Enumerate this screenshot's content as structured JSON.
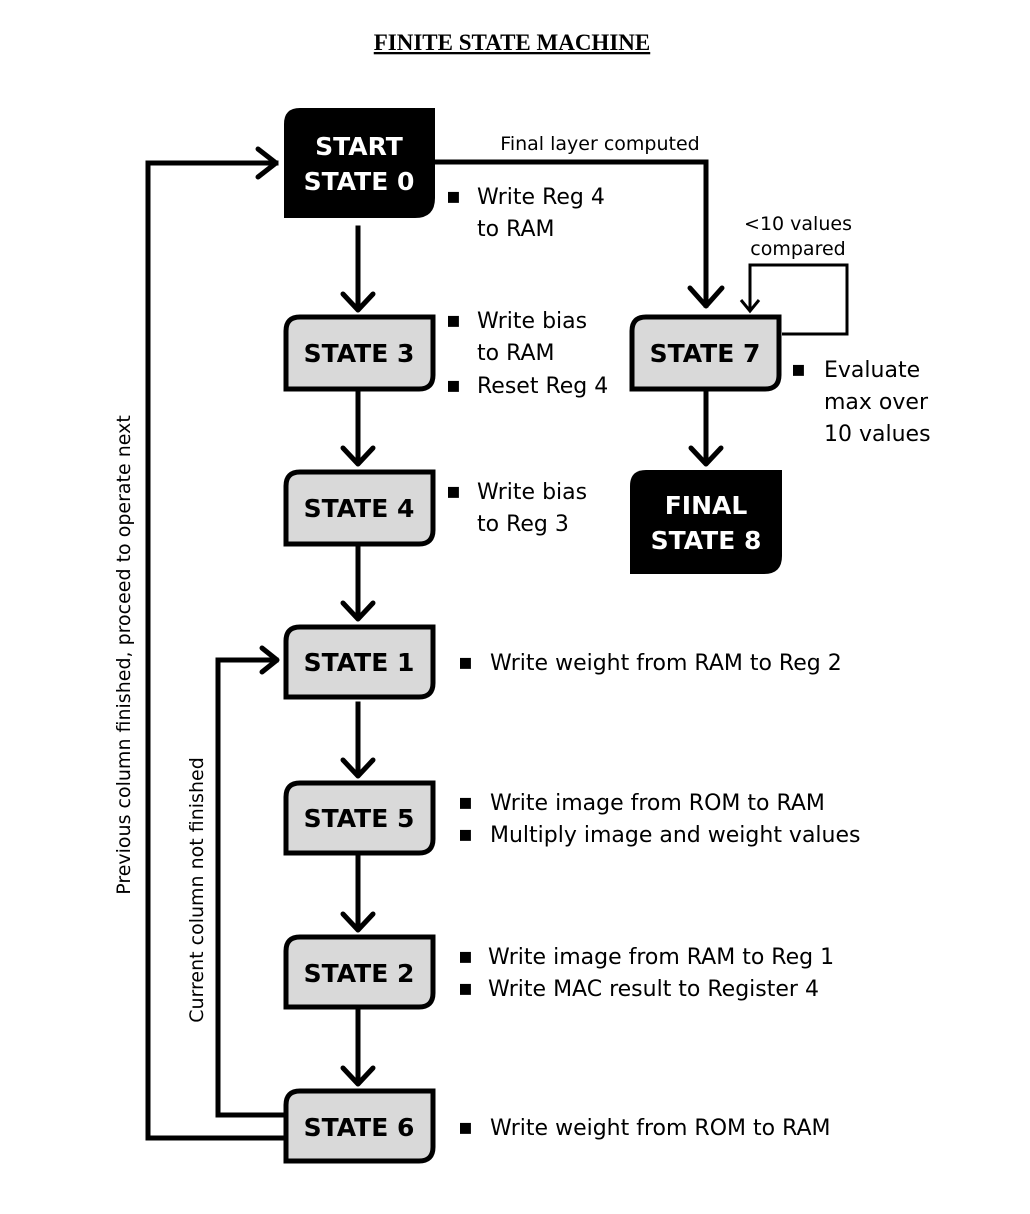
{
  "title": "FINITE STATE MACHINE",
  "colors": {
    "box_fill": "#d9d9d9",
    "dark_box": "#000000",
    "line": "#000000"
  },
  "states": {
    "s0": {
      "line1": "START",
      "line2": "STATE 0",
      "notes": [
        "Write Reg 4",
        "to RAM"
      ]
    },
    "s3": {
      "label": "STATE 3",
      "notes": [
        "Write bias",
        "to RAM",
        "Reset Reg 4"
      ]
    },
    "s4": {
      "label": "STATE 4",
      "notes": [
        "Write bias",
        "to Reg 3"
      ]
    },
    "s1": {
      "label": "STATE 1",
      "notes": [
        "Write weight from RAM to Reg 2"
      ]
    },
    "s5": {
      "label": "STATE 5",
      "notes": [
        "Write image from ROM to RAM",
        "Multiply image and weight values"
      ]
    },
    "s2": {
      "label": "STATE 2",
      "notes": [
        "Write image from RAM to Reg 1",
        "Write MAC result to Register 4"
      ]
    },
    "s6": {
      "label": "STATE 6",
      "notes": [
        "Write weight from ROM to RAM"
      ]
    },
    "s7": {
      "label": "STATE 7",
      "notes": [
        "Evaluate",
        "max over",
        "10 values"
      ]
    },
    "s8": {
      "line1": "FINAL",
      "line2": "STATE 8"
    }
  },
  "transitions": {
    "final_layer": "Final layer computed",
    "loop7_line1": "<10 values",
    "loop7_line2": "compared",
    "outer_loop": "Previous column finished, proceed to operate next",
    "inner_loop": "Current column not finished"
  },
  "bullet": "▪"
}
